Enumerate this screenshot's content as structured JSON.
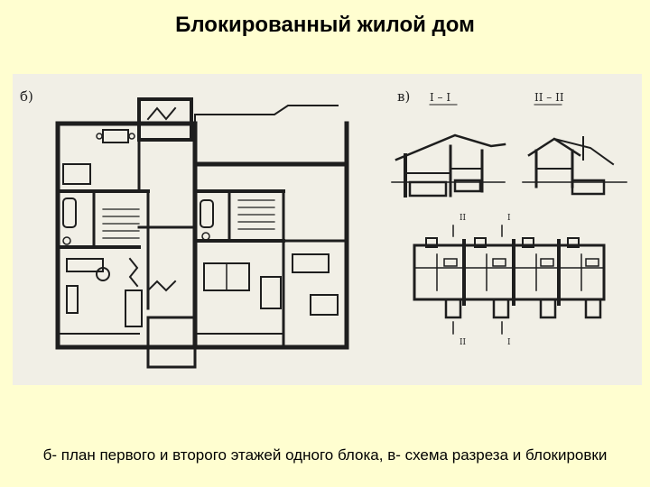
{
  "title": "Блокированный жилой дом",
  "figure": {
    "panel_b_label": "б)",
    "panel_v_label": "в)",
    "section_1_label": "I – I",
    "section_2_label": "II – II",
    "cut_marks": [
      "II",
      "I",
      "II",
      "I"
    ]
  },
  "caption": "б- план первого и второго этажей одного блока, в- схема разреза и блокировки",
  "colors": {
    "background": "#fffed0",
    "scan": "#f1efe6",
    "ink": "#1e1e1e"
  }
}
